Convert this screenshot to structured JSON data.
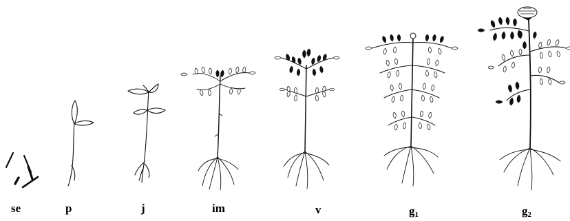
{
  "stages": [
    {
      "id": "se",
      "label": "se",
      "sub": ""
    },
    {
      "id": "p",
      "label": "p",
      "sub": ""
    },
    {
      "id": "j",
      "label": "j",
      "sub": ""
    },
    {
      "id": "im",
      "label": "im",
      "sub": ""
    },
    {
      "id": "v",
      "label": "v",
      "sub": ""
    },
    {
      "id": "g1",
      "label": "g",
      "sub": "1"
    },
    {
      "id": "g2",
      "label": "g",
      "sub": "2"
    }
  ],
  "colors": {
    "ink": "#111111",
    "background": "#ffffff"
  }
}
